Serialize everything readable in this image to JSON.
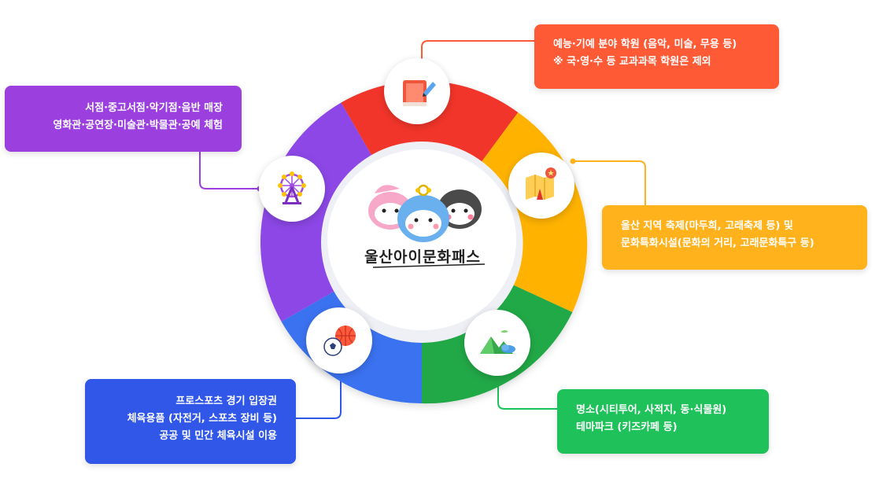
{
  "center": {
    "logo_text": "울산아이문화패스"
  },
  "categories": [
    {
      "id": "arts-academy",
      "color": "#ff5a36",
      "icon": "book-pencil-icon",
      "lines": [
        "예능·기예 분야 학원 (음악, 미술, 무용 등)",
        "※ 국·영·수 등 교과과목 학원은 제외"
      ]
    },
    {
      "id": "festival",
      "color": "#ffb21c",
      "icon": "map-flag-icon",
      "lines": [
        "울산 지역 축제(마두희, 고래축제 등) 및",
        "문화특화시설(문화의 거리, 고래문화특구 등)"
      ]
    },
    {
      "id": "sightseeing",
      "color": "#1fc25a",
      "icon": "mountain-cloud-icon",
      "lines": [
        "명소(시티투어, 사적지, 동·식물원)",
        "테마파크 (키즈카페 등)"
      ]
    },
    {
      "id": "sports",
      "color": "#3157e8",
      "icon": "balls-icon",
      "lines": [
        "프로스포츠 경기 입장권",
        "체육용품 (자전거, 스포츠 장비 등)",
        "공공 및 민간 체육시설 이용"
      ]
    },
    {
      "id": "culture",
      "color": "#9b3fdf",
      "icon": "ferris-wheel-icon",
      "lines": [
        "서점·중고서점·악기점·음반 매장",
        "영화관·공연장·미술관·박물관·공예 체험"
      ]
    }
  ]
}
